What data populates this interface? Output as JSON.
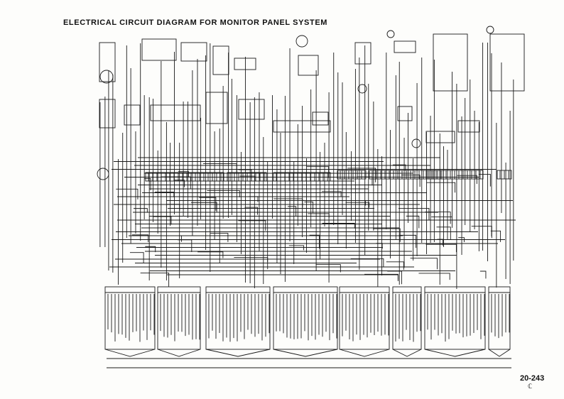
{
  "title": "ELECTRICAL CIRCUIT DIAGRAM FOR MONITOR PANEL SYSTEM",
  "page_number": "20-243",
  "page_mark": "ℂ",
  "colors": {
    "paper": "#fdfdfb",
    "ink": "#1a1a1a"
  }
}
